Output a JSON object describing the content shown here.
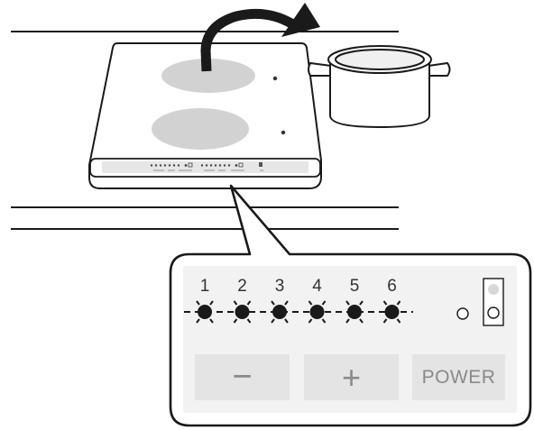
{
  "panel": {
    "levels": [
      "1",
      "2",
      "3",
      "4",
      "5",
      "6"
    ],
    "buttons": {
      "minus": "−",
      "plus": "+",
      "power": "POWER"
    }
  },
  "colors": {
    "line": "#1a1a1a",
    "burner": "#d2d2d2",
    "button": "#e4e4e4",
    "button_text": "#8a8a8a",
    "panel_inner": "#f2f2f2"
  },
  "icons": [
    "move-pot-arrow-icon",
    "cooking-pot-icon",
    "level-indicator-light-icon",
    "indicator-led-icon",
    "lock-switch-icon"
  ]
}
